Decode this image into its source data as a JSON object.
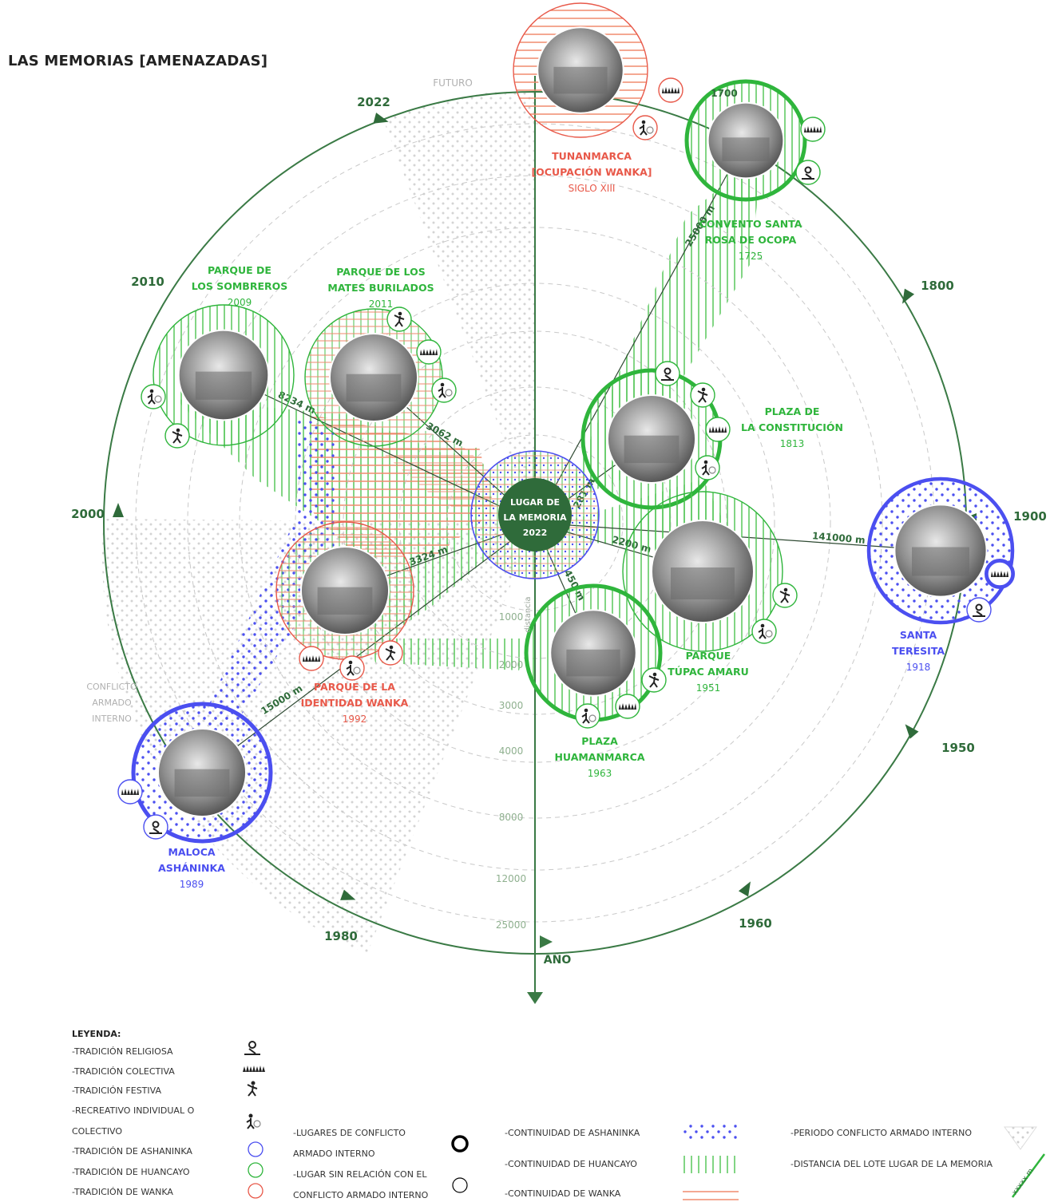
{
  "title": "LAS MEMORIAS [AMENAZADAS]",
  "colors": {
    "dark_green": "#2f6b3a",
    "green": "#2fb53c",
    "blue": "#4b4ff0",
    "red": "#e8594a",
    "grey": "#b9b9b9"
  },
  "center": {
    "line1": "LUGAR DE",
    "line2": "LA MEMORIA",
    "line3": "2022"
  },
  "axis": {
    "futuro": "FUTURO",
    "anio": "AÑO",
    "distancia": "distancia",
    "conflicto": [
      "CONFLICTO",
      "ARMADO",
      "INTERNO"
    ]
  },
  "years": [
    "2022",
    "1800",
    "1900",
    "1950",
    "1960",
    "1980",
    "2000",
    "2010"
  ],
  "ring_distances": [
    "1000",
    "2000",
    "3000",
    "4000",
    "8000",
    "12000",
    "25000"
  ],
  "places": [
    {
      "name1": "TUNANMARCA",
      "name2": "[OCUPACIÓN WANKA]",
      "year": "SIGLO XIII",
      "icons": [
        "tradicion-colectiva-icon",
        "recreativo-icon"
      ],
      "year_label": ""
    },
    {
      "name1": "CONVENTO SANTA",
      "name2": "ROSA DE OCOPA",
      "year": "1725",
      "icons": [
        "tradicion-colectiva-icon",
        "tradicion-religiosa-icon"
      ],
      "year_label": "1700",
      "distance": "25000 m"
    },
    {
      "name1": "PARQUE DE",
      "name2": "LOS SOMBREROS",
      "year": "2009",
      "icons": [
        "recreativo-icon",
        "tradicion-festiva-icon"
      ],
      "distance": "8234 m"
    },
    {
      "name1": "PARQUE DE LOS",
      "name2": "MATES BURILADOS",
      "year": "2011",
      "icons": [
        "tradicion-festiva-icon",
        "tradicion-colectiva-icon",
        "recreativo-icon"
      ],
      "distance": "3062 m"
    },
    {
      "name1": "PLAZA DE",
      "name2": "LA CONSTITUCIÓN",
      "year": "1813",
      "icons": [
        "tradicion-religiosa-icon",
        "tradicion-festiva-icon",
        "tradicion-colectiva-icon",
        "recreativo-icon"
      ],
      "distance": "281 m"
    },
    {
      "name1": "SANTA",
      "name2": "TERESITA",
      "year": "1918",
      "icons": [
        "tradicion-colectiva-icon",
        "tradicion-religiosa-icon"
      ],
      "distance": "141000 m"
    },
    {
      "name1": "PARQUE",
      "name2": "TÚPAC AMARU",
      "year": "1951",
      "icons": [
        "tradicion-festiva-icon",
        "recreativo-icon"
      ],
      "distance": "2200 m"
    },
    {
      "name1": "PLAZA",
      "name2": "HUAMANMARCA",
      "year": "1963",
      "icons": [
        "recreativo-icon",
        "tradicion-festiva-icon",
        "tradicion-colectiva-icon"
      ],
      "distance": "450 m"
    },
    {
      "name1": "PARQUE DE LA",
      "name2": "IDENTIDAD WANKA",
      "year": "1992",
      "icons": [
        "tradicion-colectiva-icon",
        "recreativo-icon",
        "tradicion-festiva-icon"
      ],
      "distance": "3324 m"
    },
    {
      "name1": "MALOCA",
      "name2": "ASHÁNINKA",
      "year": "1989",
      "icons": [
        "tradicion-colectiva-icon",
        "tradicion-religiosa-icon"
      ],
      "distance": "15000 m"
    }
  ],
  "legend": {
    "heading": "LEYENDA:",
    "col1": [
      "-TRADICIÓN RELIGIOSA",
      "-TRADICIÓN COLECTIVA",
      "-TRADICIÓN FESTIVA",
      "-RECREATIVO INDIVIDUAL O",
      "COLECTIVO",
      "-TRADICIÓN DE ASHANINKA",
      "-TRADICIÓN DE HUANCAYO",
      "-TRADICIÓN DE WANKA"
    ],
    "col2": [
      "-LUGARES DE CONFLICTO",
      "ARMADO INTERNO",
      "-LUGAR SIN RELACIÓN CON EL",
      "CONFLICTO ARMADO INTERNO"
    ],
    "col3": [
      "-CONTINUIDAD DE ASHANINKA",
      "-CONTINUIDAD DE HUANCAYO",
      "-CONTINUIDAD DE WANKA"
    ],
    "col4": [
      "-PERIODO CONFLICTO ARMADO INTERNO",
      "-DISTANCIA DEL LOTE LUGAR DE LA MEMORIA"
    ],
    "distance_sample": "xxxxx m"
  }
}
